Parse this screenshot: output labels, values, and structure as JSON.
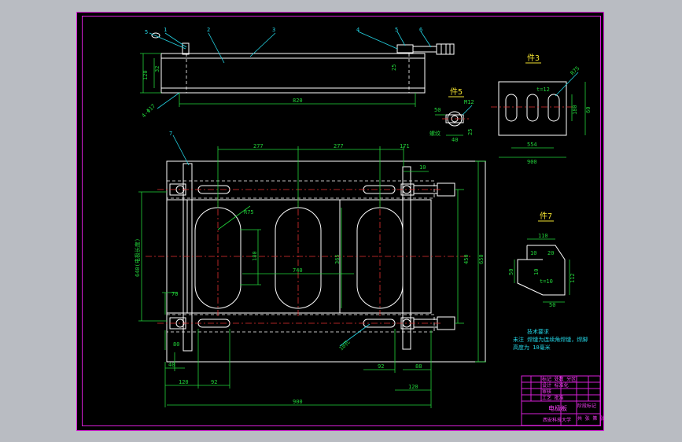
{
  "colors": {
    "viewport_background": "#b9bcc2",
    "paper": "#000000",
    "frame": "#d81fd8",
    "geometry": "#ffffff",
    "dimension": "#22d43a",
    "centerline": "#e23030",
    "leader": "#24d6e6",
    "detail_title": "#f0e030"
  },
  "top_view": {
    "balloons": [
      "5",
      "1",
      "2",
      "3",
      "4",
      "5",
      "6"
    ],
    "dims": {
      "height": "120",
      "height_inner": "32",
      "length": "820",
      "holes": "4-Φ17",
      "chamfer": "25"
    }
  },
  "main_view": {
    "balloon": "7",
    "dims": {
      "top_a": "277",
      "top_b": "277",
      "top_c": "171",
      "right_small": "10",
      "left_height": "640(电极长度)",
      "slot_radius": "R75",
      "slot_inner": "180",
      "span_740": "740",
      "span_365": "365",
      "right_height_a": "450",
      "right_height_b": "650",
      "left_70": "70",
      "left_80": "80",
      "left_40": "40",
      "bottom_120_left": "120",
      "bottom_92": "92",
      "bottom_92_right": "92",
      "bottom_88": "88",
      "bottom_120_right": "120",
      "overall_width": "900",
      "slot_note": "10孔"
    }
  },
  "detail_5": {
    "title": "件5",
    "dims": {
      "a": "50",
      "b": "M12",
      "c": "40",
      "d": "25",
      "e": "螺纹"
    }
  },
  "detail_3": {
    "title": "件3",
    "dims": {
      "r": "R75",
      "t": "t=12",
      "h1": "180",
      "h2": "60",
      "w1": "554",
      "w2": "900"
    }
  },
  "detail_7": {
    "title": "件7",
    "dims": {
      "w": "110",
      "a": "20",
      "b": "10",
      "c": "50",
      "d": "10",
      "e": "112",
      "f": "50",
      "t": "t=10"
    }
  },
  "tech_notes": {
    "heading": "技术要求",
    "line1": "未注 焊缝为连续角焊缝，焊脚",
    "line2": "高度为 10毫米"
  },
  "title_block": {
    "name": "电极板",
    "rows": [
      "标记 处数 分区",
      "设计 标准化",
      "审核",
      "工艺 批准"
    ],
    "right_rows": [
      "阶段标记",
      "共 张 第 张"
    ],
    "bottom": "西安科技大学"
  }
}
